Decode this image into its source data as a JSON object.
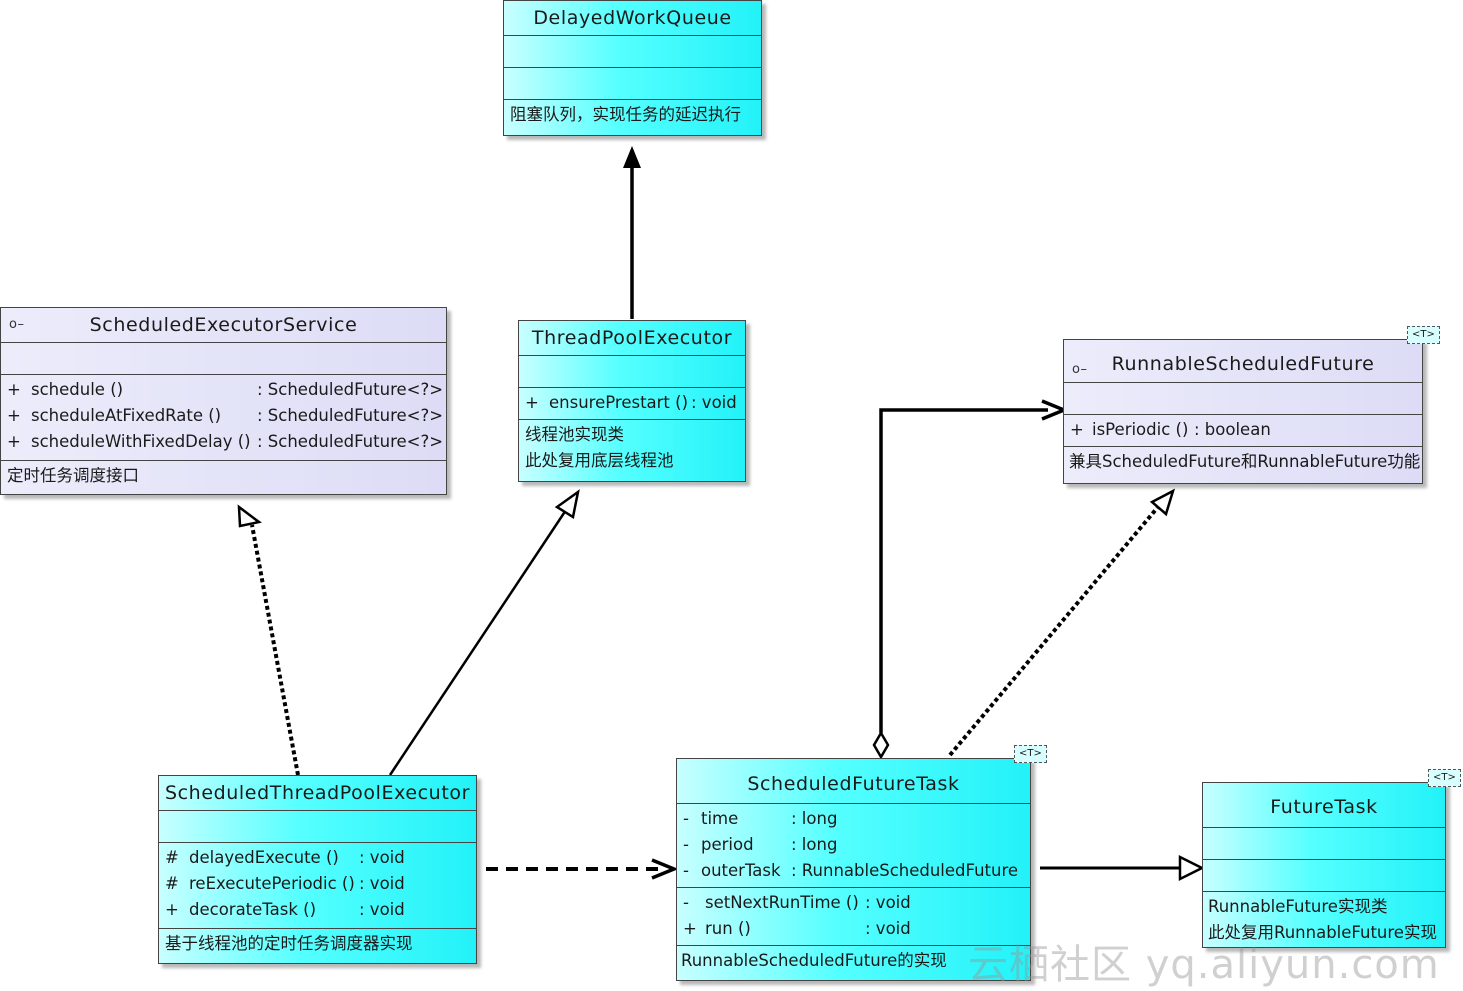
{
  "classes": {
    "delayed_work_queue": {
      "name": "DelayedWorkQueue",
      "note": [
        "阻塞队列，实现任务的延迟执行"
      ]
    },
    "scheduled_executor_service": {
      "name": "ScheduledExecutorService",
      "operations": [
        {
          "vis": "+",
          "name": "schedule ()",
          "type": ": ScheduledFuture<?>"
        },
        {
          "vis": "+",
          "name": "scheduleAtFixedRate ()",
          "type": ": ScheduledFuture<?>"
        },
        {
          "vis": "+",
          "name": "scheduleWithFixedDelay ()",
          "type": ": ScheduledFuture<?>"
        }
      ],
      "note": [
        "定时任务调度接口"
      ]
    },
    "thread_pool_executor": {
      "name": "ThreadPoolExecutor",
      "operations": [
        {
          "vis": "+",
          "name": "ensurePrestart ()",
          "type": ": void"
        }
      ],
      "note": [
        "线程池实现类",
        "此处复用底层线程池"
      ]
    },
    "runnable_scheduled_future": {
      "name": "RunnableScheduledFuture",
      "type_param": "<T>",
      "operations": [
        {
          "vis": "+",
          "name": "isPeriodic ()",
          "type": ": boolean"
        }
      ],
      "note": [
        "兼具ScheduledFuture和RunnableFuture功能"
      ]
    },
    "scheduled_thread_pool_executor": {
      "name": "ScheduledThreadPoolExecutor",
      "operations": [
        {
          "vis": "#",
          "name": "delayedExecute ()",
          "type": ": void"
        },
        {
          "vis": "#",
          "name": "reExecutePeriodic ()",
          "type": ": void"
        },
        {
          "vis": "+",
          "name": "decorateTask ()",
          "type": ": void"
        }
      ],
      "note": [
        "基于线程池的定时任务调度器实现"
      ]
    },
    "scheduled_future_task": {
      "name": "ScheduledFutureTask",
      "type_param": "<T>",
      "attributes": [
        {
          "vis": "-",
          "name": "time",
          "type": ": long"
        },
        {
          "vis": "-",
          "name": "period",
          "type": ": long"
        },
        {
          "vis": "-",
          "name": "outerTask",
          "type": ": RunnableScheduledFuture"
        }
      ],
      "operations": [
        {
          "vis": "-",
          "name": "setNextRunTime ()",
          "type": ": void"
        },
        {
          "vis": "+",
          "name": "run ()",
          "type": ": void"
        }
      ],
      "note": [
        "RunnableScheduledFuture的实现"
      ]
    },
    "future_task": {
      "name": "FutureTask",
      "type_param": "<T>",
      "note": [
        "RunnableFuture实现类",
        "此处复用RunnableFuture实现"
      ]
    }
  },
  "relationships": [
    {
      "from": "ThreadPoolExecutor",
      "to": "DelayedWorkQueue",
      "kind": "association"
    },
    {
      "from": "ScheduledThreadPoolExecutor",
      "to": "ScheduledExecutorService",
      "kind": "realization"
    },
    {
      "from": "ScheduledThreadPoolExecutor",
      "to": "ThreadPoolExecutor",
      "kind": "generalization"
    },
    {
      "from": "ScheduledThreadPoolExecutor",
      "to": "ScheduledFutureTask",
      "kind": "dependency"
    },
    {
      "from": "ScheduledFutureTask",
      "to": "RunnableScheduledFuture",
      "kind": "aggregation"
    },
    {
      "from": "ScheduledFutureTask",
      "to": "RunnableScheduledFuture",
      "kind": "realization"
    },
    {
      "from": "ScheduledFutureTask",
      "to": "FutureTask",
      "kind": "generalization"
    }
  ],
  "watermark": "云栖社区 yq.aliyun.com",
  "colors": {
    "class_fill": "#55ffff",
    "interface_fill": "#dcdcf6",
    "line": "#000000"
  }
}
